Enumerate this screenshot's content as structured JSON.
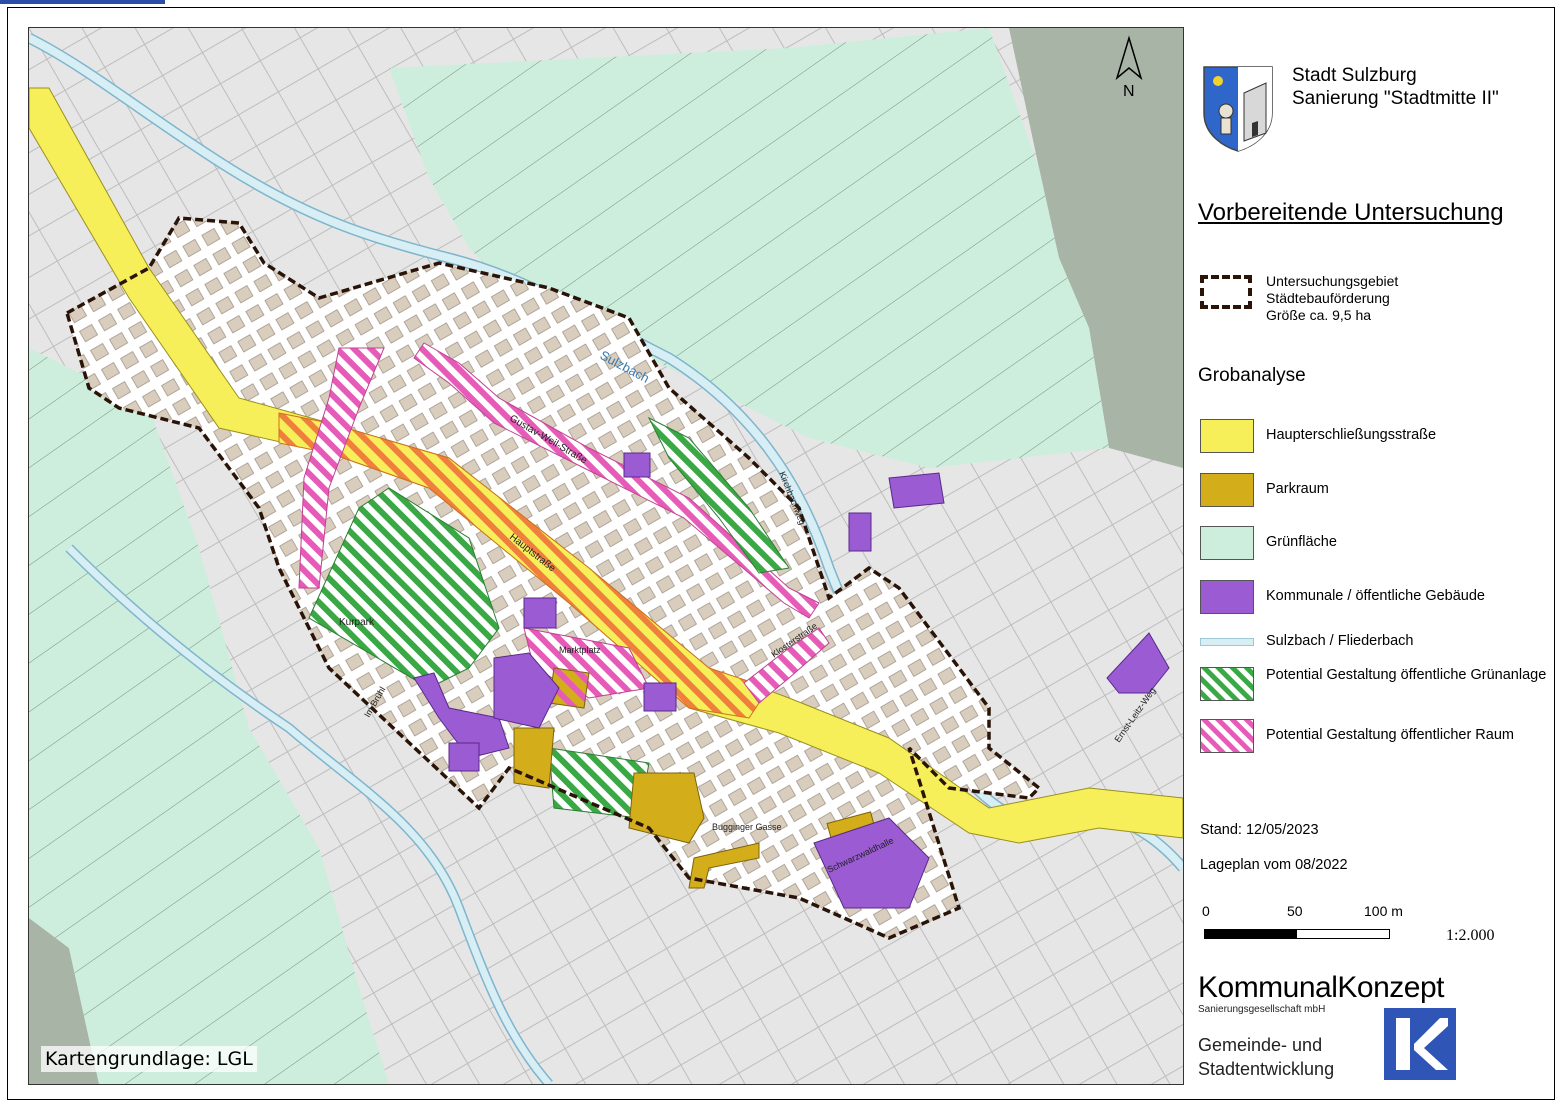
{
  "header": {
    "city": "Stadt Sulzburg",
    "project": "Sanierung \"Stadtmitte II\""
  },
  "heading": "Vorbereitende Untersuchung",
  "study_area": {
    "line1": "Untersuchungsgebiet",
    "line2": "Städtebauförderung",
    "line3": "Größe ca. 9,5 ha"
  },
  "section_title": "Grobanalyse",
  "legend": [
    {
      "label": "Haupterschließungsstraße",
      "color": "#f6ef5a",
      "kind": "fill"
    },
    {
      "label": "Parkraum",
      "color": "#d4ad1a",
      "kind": "fill"
    },
    {
      "label": "Grünfläche",
      "color": "#cdeedd",
      "kind": "fill"
    },
    {
      "label": "Kommunale / öffentliche Gebäude",
      "color": "#9a5bd3",
      "kind": "fill"
    },
    {
      "label": "Sulzbach / Fliederbach",
      "color": "#d6eef4",
      "kind": "line"
    },
    {
      "label": "Potential Gestaltung öffentliche Grünanlage",
      "color": "#39a845",
      "kind": "hatch"
    },
    {
      "label": "Potential Gestaltung öffentlicher Raum",
      "color": "#e65bb8",
      "kind": "hatch"
    }
  ],
  "stand": "Stand: 12/05/2023",
  "lageplan": "Lageplan vom 08/2022",
  "scale": {
    "tick0": "0",
    "tick1": "50",
    "tick2": "100 m",
    "ratio": "1:2.000"
  },
  "brand": {
    "name": "KommunalKonzept",
    "sub": "Sanierungsgesellschaft mbH",
    "tag1": "Gemeinde- und",
    "tag2": "Stadtentwicklung"
  },
  "map": {
    "credit": "Kartengrundlage: LGL",
    "north": "N",
    "labels": {
      "sulzbach": "Sulzbach",
      "kirchbachweg": "Kirchbachweg",
      "gustav_weil": "Gustav-Weil-Straße",
      "hauptstrasse": "Hauptstraße",
      "kurpark": "Kurpark",
      "marktplatz": "Marktplatz",
      "klosterstrasse": "Klosterstraße",
      "buggingen": "Bugginger Gasse",
      "schwarzwaldhalle": "Schwarzwaldhalle",
      "ernst_leitz": "Ernst-Leitz-Weg",
      "im_brunnen": "Im Brühl"
    }
  },
  "colors": {
    "road": "#f6ef5a",
    "parking": "#d4ad1a",
    "green": "#cdeedd",
    "public": "#9a5bd3",
    "stream": "#d6eef4",
    "building": "#d9cdbd",
    "parcel": "#e2e2e2",
    "forest": "#a8b4a6"
  }
}
